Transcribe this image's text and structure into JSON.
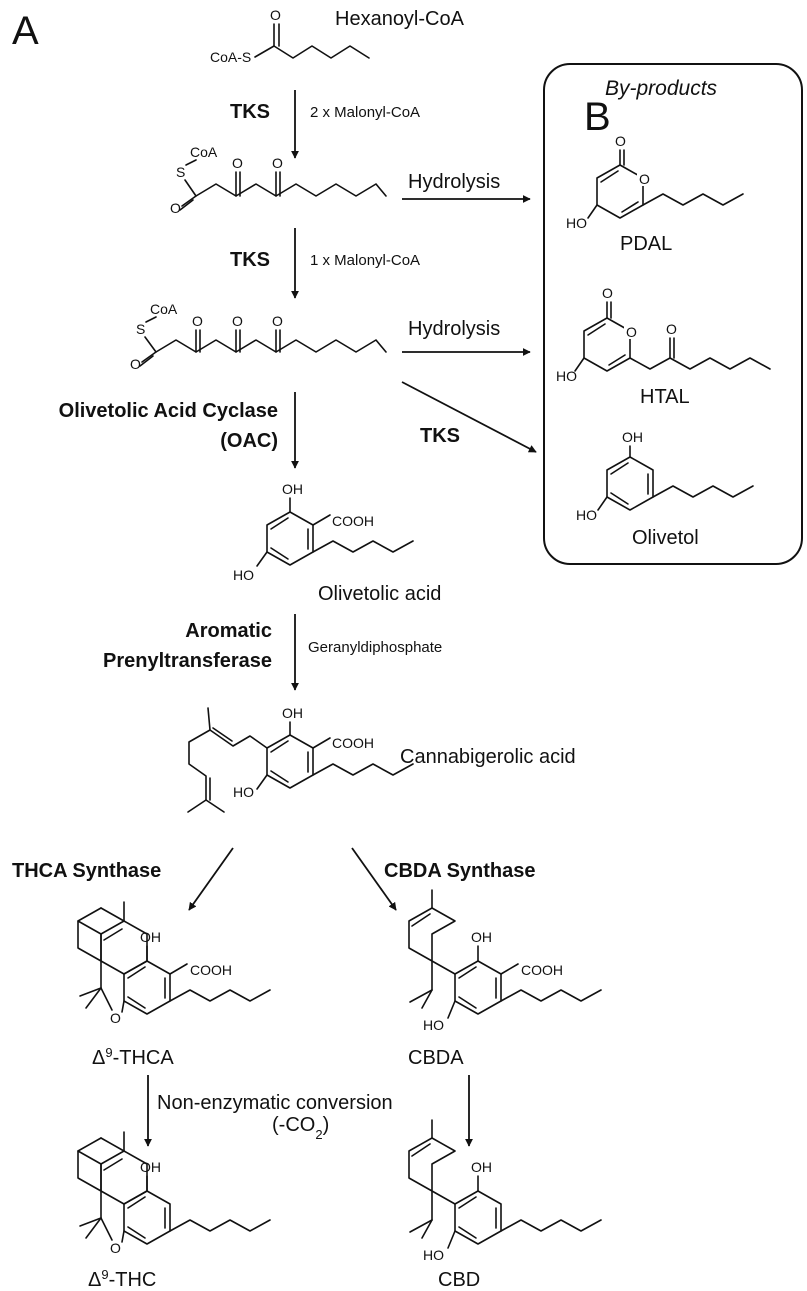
{
  "panels": {
    "a": "A",
    "b": "B"
  },
  "byproducts_title": "By-products",
  "compounds": {
    "hexanoyl_coa": "Hexanoyl-CoA",
    "olivetolic_acid": "Olivetolic acid",
    "cannabigerolic_acid": "Cannabigerolic acid",
    "thca": "-THCA",
    "cbda": "CBDA",
    "thc": "-THC",
    "cbd": "CBD",
    "pdal": "PDAL",
    "htal": "HTAL",
    "olivetol": "Olivetol",
    "delta": "Δ",
    "nine": "9"
  },
  "enzymes": {
    "tks_1": "TKS",
    "tks_2": "TKS",
    "tks_3": "TKS",
    "oac_line1": "Olivetolic Acid Cyclase",
    "oac_line2": "(OAC)",
    "apt_line1": "Aromatic",
    "apt_line2": "Prenyltransferase",
    "thca_synthase": "THCA Synthase",
    "cbda_synthase": "CBDA Synthase"
  },
  "reagents": {
    "malonyl_2": "2 x Malonyl-CoA",
    "malonyl_1": "1 x Malonyl-CoA",
    "gpp": "Geranyldiphosphate",
    "hydrolysis_1": "Hydrolysis",
    "hydrolysis_2": "Hydrolysis",
    "nonenzymatic": "Non-enzymatic conversion",
    "co2_open": "(-CO",
    "co2_sub": "2",
    "co2_close": ")"
  },
  "atoms": {
    "coa_s": "CoA-S",
    "coa": "CoA",
    "s": "S",
    "o": "O",
    "oh": "OH",
    "ho": "HO",
    "cooh": "COOH"
  }
}
